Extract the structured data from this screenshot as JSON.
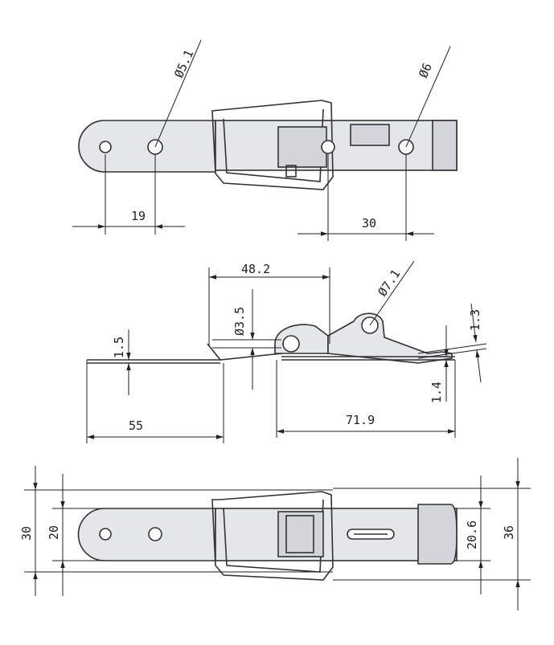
{
  "dimensions": {
    "top_hole_dia_left": "Ø5.1",
    "top_hole_dia_right": "Ø6",
    "top_hole_spacing_left": "19",
    "top_hole_spacing_right": "30",
    "side_distance_48": "48.2",
    "side_hole_dia_35": "Ø3.5",
    "side_hole_dia_71": "Ø7.1",
    "side_thickness_13": "1.3",
    "side_thickness_15": "1.5",
    "side_thickness_14": "1.4",
    "side_length_55": "55",
    "side_length_719": "71.9",
    "bottom_height_30": "30",
    "bottom_height_20": "20",
    "bottom_height_206": "20.6",
    "bottom_height_36": "36"
  }
}
